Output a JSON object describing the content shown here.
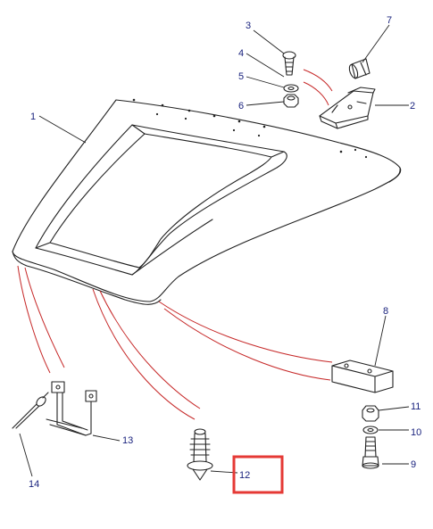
{
  "diagram": {
    "callouts": [
      {
        "id": "c1",
        "label": "1"
      },
      {
        "id": "c2",
        "label": "2"
      },
      {
        "id": "c3",
        "label": "3"
      },
      {
        "id": "c4",
        "label": "4"
      },
      {
        "id": "c5",
        "label": "5"
      },
      {
        "id": "c6",
        "label": "6"
      },
      {
        "id": "c7",
        "label": "7"
      },
      {
        "id": "c8",
        "label": "8"
      },
      {
        "id": "c9",
        "label": "9"
      },
      {
        "id": "c10",
        "label": "10"
      },
      {
        "id": "c11",
        "label": "11"
      },
      {
        "id": "c12",
        "label": "12"
      },
      {
        "id": "c13",
        "label": "13"
      },
      {
        "id": "c14",
        "label": "14"
      }
    ],
    "highlighted_callout": "12",
    "colors": {
      "callout_text": "#1a237e",
      "assembly_lines": "#c62828",
      "highlight_box": "#e53935",
      "linework": "#222222"
    }
  }
}
